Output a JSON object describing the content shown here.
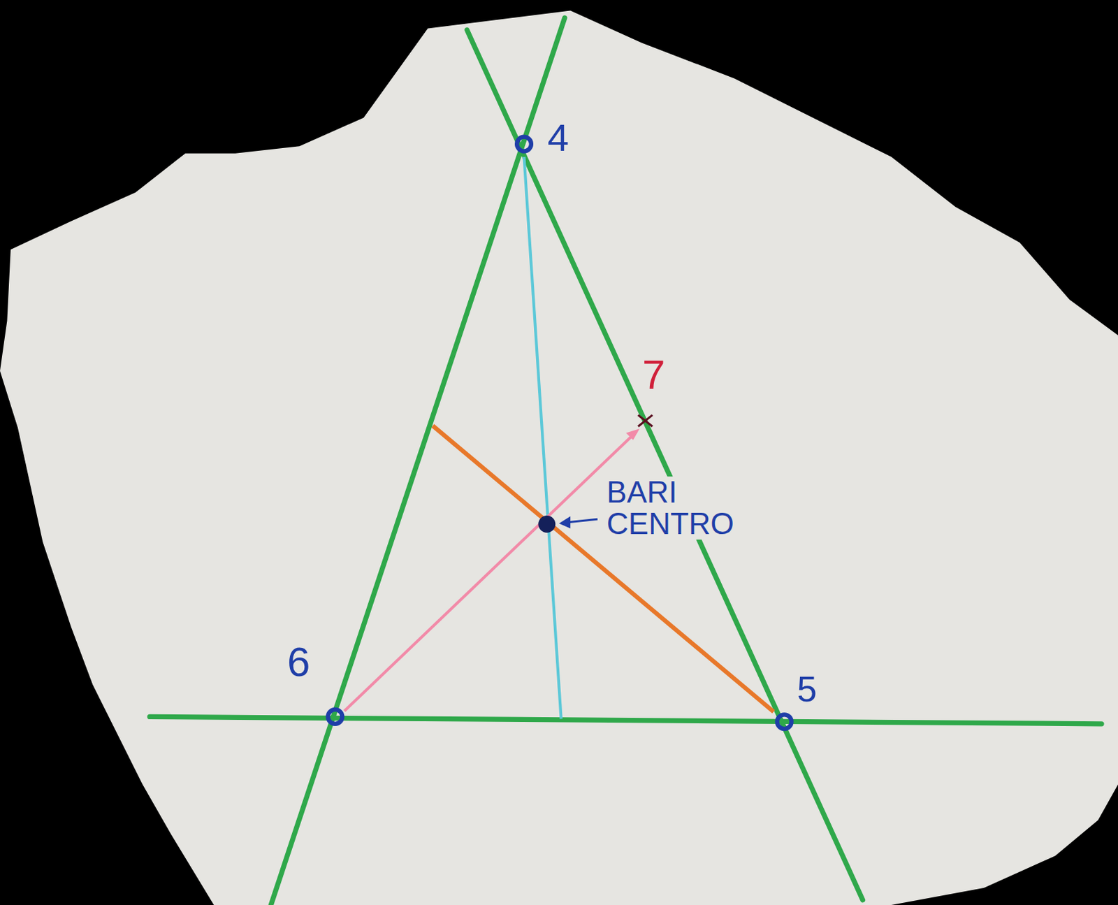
{
  "diagram": {
    "labels": [
      "4",
      "7",
      "BARI CENTRO",
      "6",
      "5"
    ]
  }
}
